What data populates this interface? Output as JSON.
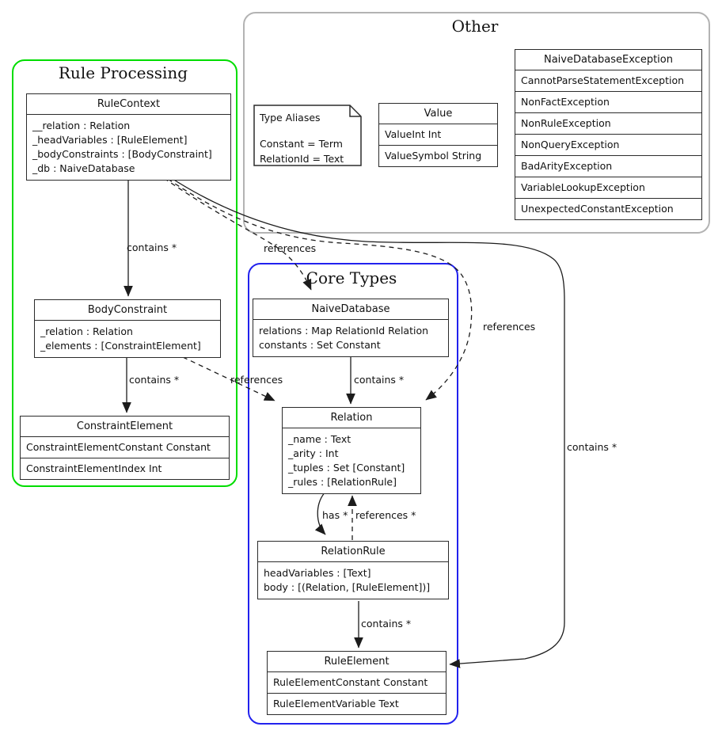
{
  "diagram": {
    "groups": {
      "rule_processing": {
        "title": "Rule Processing",
        "border_color": "#00dd00"
      },
      "other": {
        "title": "Other",
        "border_color": "#b3b3b3"
      },
      "core_types": {
        "title": "Core Types",
        "border_color": "#2222ee"
      }
    },
    "classes": {
      "rule_context": {
        "name": "RuleContext",
        "fields": [
          "__relation : Relation",
          "_headVariables : [RuleElement]",
          "_bodyConstraints : [BodyConstraint]",
          "_db : NaiveDatabase"
        ]
      },
      "body_constraint": {
        "name": "BodyConstraint",
        "fields": [
          "_relation : Relation",
          "_elements : [ConstraintElement]"
        ]
      },
      "constraint_element": {
        "name": "ConstraintElement",
        "variants": [
          "ConstraintElementConstant Constant",
          "ConstraintElementIndex Int"
        ]
      },
      "naive_database": {
        "name": "NaiveDatabase",
        "fields": [
          "relations : Map RelationId Relation",
          "constants : Set Constant"
        ]
      },
      "relation": {
        "name": "Relation",
        "fields": [
          "_name : Text",
          "_arity : Int",
          "_tuples : Set [Constant]",
          "_rules : [RelationRule]"
        ]
      },
      "relation_rule": {
        "name": "RelationRule",
        "fields": [
          "headVariables : [Text]",
          "body : [(Relation, [RuleElement])]"
        ]
      },
      "rule_element": {
        "name": "RuleElement",
        "variants": [
          "RuleElementConstant Constant",
          "RuleElementVariable Text"
        ]
      },
      "value": {
        "name": "Value",
        "variants": [
          "ValueInt Int",
          "ValueSymbol String"
        ]
      },
      "exceptions": {
        "name": "NaiveDatabaseException",
        "variants": [
          "CannotParseStatementException",
          "NonFactException",
          "NonRuleException",
          "NonQueryException",
          "BadArityException",
          "VariableLookupException",
          "UnexpectedConstantException"
        ]
      }
    },
    "note": {
      "title": "Type Aliases",
      "aliases": [
        "Constant = Term",
        "RelationId = Text"
      ]
    },
    "edge_labels": {
      "rulecontext_bodyconstraint": "contains *",
      "rulecontext_naivedatabase": "references",
      "rulecontext_relation": "references",
      "rulecontext_ruleelement": "contains *",
      "bodyconstraint_constraintelement": "contains *",
      "bodyconstraint_relation": "references",
      "naivedatabase_relation": "contains *",
      "relation_relationrule": "has *",
      "relationrule_relation": "references *",
      "relationrule_ruleelement": "contains *"
    }
  }
}
